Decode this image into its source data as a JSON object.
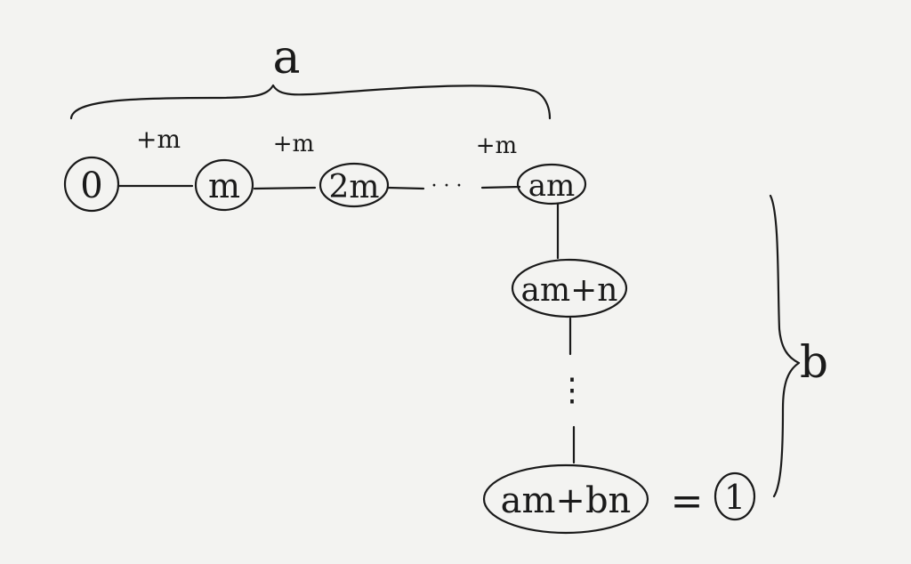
{
  "colors": {
    "background": "#f3f3f1",
    "ink": "#1a1a1a"
  },
  "top_brace_label": "a",
  "right_brace_label": "b",
  "step_labels": [
    "+m",
    "+m",
    "+m"
  ],
  "horizontal_dots": "· · ·",
  "vertical_dots": "⋮",
  "nodes": {
    "zero": "0",
    "m": "m",
    "two_m": "2m",
    "am": "am",
    "am_plus_n": "am+n",
    "am_plus_bn": "am+bn",
    "one": "1"
  },
  "equals": "="
}
